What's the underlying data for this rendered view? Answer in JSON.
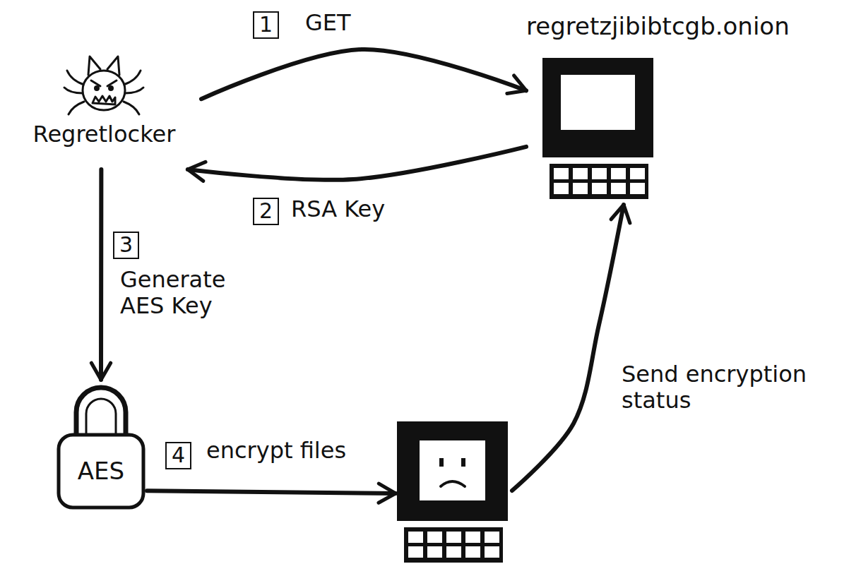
{
  "diagram": {
    "nodes": [
      {
        "text": [
          "Regretlocker"
        ]
      },
      {
        "text": [
          "regretzjibibtcgb.onion"
        ]
      },
      {
        "text": [
          "AES"
        ]
      },
      {
        "text": []
      }
    ],
    "edges": [
      {
        "from": 0,
        "to": 1,
        "arrow": "to",
        "label": "GET"
      },
      {
        "from": 1,
        "to": 0,
        "arrow": "to",
        "label": "RSA Key"
      },
      {
        "from": 0,
        "to": 2,
        "arrow": "to",
        "label": "Generate AES Key"
      },
      {
        "from": 2,
        "to": 3,
        "arrow": "to",
        "label": "encrypt files"
      },
      {
        "from": 3,
        "to": 1,
        "arrow": "to",
        "label": "Send encryption status"
      }
    ],
    "labels": [
      "1",
      "2",
      "3",
      "4"
    ]
  }
}
